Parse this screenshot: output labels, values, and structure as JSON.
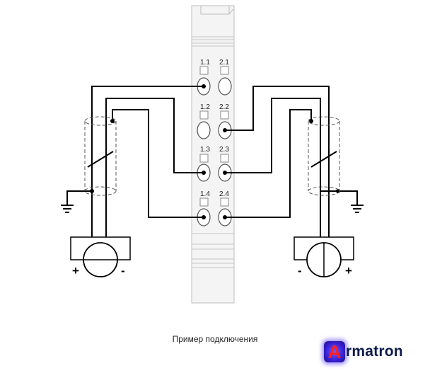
{
  "module": {
    "terminals_left": [
      "1.1",
      "1.2",
      "1.3",
      "1.4"
    ],
    "terminals_right": [
      "2.1",
      "2.2",
      "2.3",
      "2.4"
    ]
  },
  "sensor_left": {
    "plus": "+",
    "minus": "-"
  },
  "sensor_right": {
    "plus": "+",
    "minus": "-"
  },
  "caption": "Пример подключения",
  "logo": {
    "initial": "A",
    "rest": "rmatron"
  },
  "colors": {
    "wire": "#000000",
    "module_fill": "#f4f4f4",
    "module_stroke": "#bdbdbd"
  }
}
